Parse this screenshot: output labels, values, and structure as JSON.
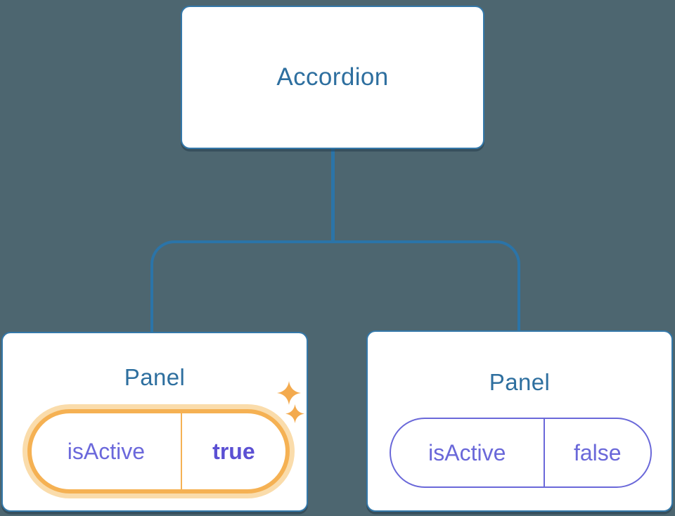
{
  "diagram": {
    "description": "Component tree: Accordion parent passing isActive state to two Panel children",
    "root": {
      "label": "Accordion"
    },
    "children": [
      {
        "title": "Panel",
        "prop_name": "isActive",
        "prop_value": "true",
        "highlighted": true,
        "icon": "sparkles-icon"
      },
      {
        "title": "Panel",
        "prop_name": "isActive",
        "prop_value": "false",
        "highlighted": false
      }
    ]
  },
  "colors": {
    "background": "#4D6670",
    "node_fill": "#FFFFFF",
    "node_border": "#3478A9",
    "node_text": "#2E6F9F",
    "connector": "#2B74A8",
    "state_text": "#6A68D9",
    "state_value_active_text": "#5B50D3",
    "highlight_ring": "#F5B153",
    "highlight_glow": "#FADCAB",
    "sparkle": "#F3AA4E"
  }
}
